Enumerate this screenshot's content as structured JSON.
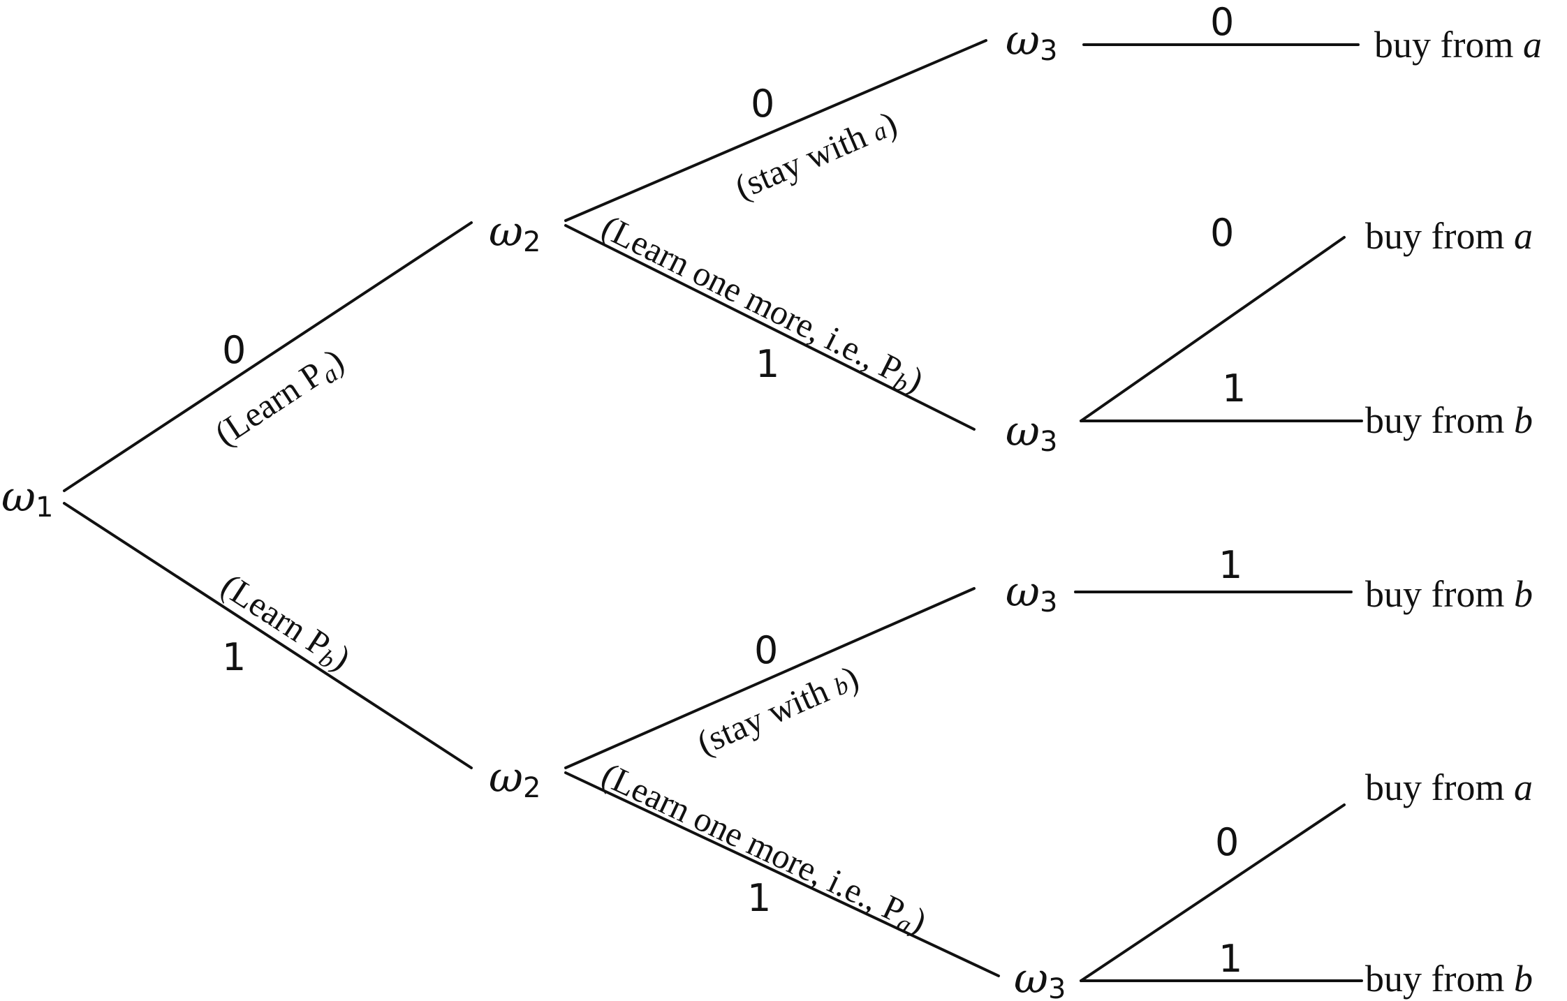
{
  "nodes": {
    "root": {
      "symbol": "ω",
      "subscript": "1"
    },
    "upper": {
      "symbol": "ω",
      "subscript": "2"
    },
    "lower": {
      "symbol": "ω",
      "subscript": "2"
    },
    "upper_stay": {
      "symbol": "ω",
      "subscript": "3"
    },
    "upper_learn": {
      "symbol": "ω",
      "subscript": "3"
    },
    "lower_stay": {
      "symbol": "ω",
      "subscript": "3"
    },
    "lower_learn": {
      "symbol": "ω",
      "subscript": "3"
    }
  },
  "edges": {
    "root_upper": {
      "digit": "0",
      "note": "(Learn P",
      "note_sub": "a",
      "note_end": ")"
    },
    "root_lower": {
      "digit": "1",
      "note": "(Learn P",
      "note_sub": "b",
      "note_end": ")"
    },
    "upper_stay": {
      "digit": "0",
      "note": "(stay with ",
      "note_sub": "a",
      "note_end": ")"
    },
    "upper_learn": {
      "digit": "1",
      "note": "(Learn one more, i.e., P",
      "note_sub": "b",
      "note_end": ")"
    },
    "lower_stay": {
      "digit": "0",
      "note": "(stay with ",
      "note_sub": "b",
      "note_end": ")"
    },
    "lower_learn": {
      "digit": "1",
      "note": "(Learn one more, i.e., P",
      "note_sub": "a",
      "note_end": ")"
    },
    "leaf1": {
      "digit": "0"
    },
    "leaf2": {
      "digit": "0"
    },
    "leaf3": {
      "digit": "1"
    },
    "leaf4": {
      "digit": "1"
    },
    "leaf5": {
      "digit": "0"
    },
    "leaf6": {
      "digit": "1"
    }
  },
  "outcomes": [
    {
      "text": "buy from ",
      "seller": "a"
    },
    {
      "text": "buy from ",
      "seller": "a"
    },
    {
      "text": "buy from ",
      "seller": "b"
    },
    {
      "text": "buy from ",
      "seller": "b"
    },
    {
      "text": "buy from ",
      "seller": "a"
    },
    {
      "text": "buy from ",
      "seller": "b"
    }
  ]
}
